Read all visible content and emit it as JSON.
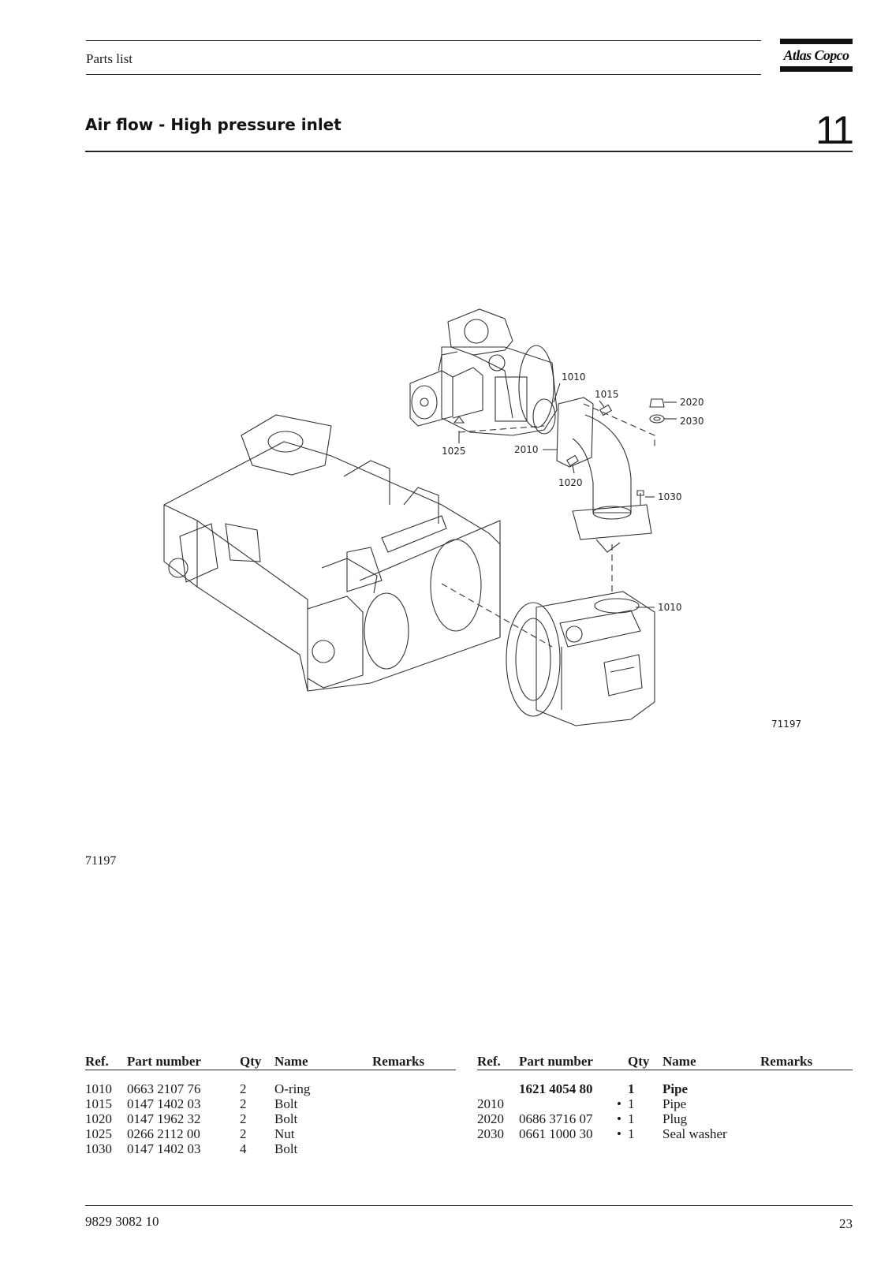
{
  "header": {
    "label": "Parts list",
    "logo": "Atlas Copco"
  },
  "section": {
    "title": "Air flow - High pressure inlet",
    "number": "11"
  },
  "figure": {
    "code_inside": "71197",
    "code_below": "71197",
    "callouts": [
      "1010",
      "1015",
      "2020",
      "2030",
      "1025",
      "2010",
      "1020",
      "1030",
      "1010"
    ]
  },
  "table_headers": {
    "ref": "Ref.",
    "part": "Part number",
    "qty": "Qty",
    "name": "Name",
    "remarks": "Remarks"
  },
  "left_table": [
    {
      "ref": "1010",
      "part": "0663 2107 76",
      "qty": "2",
      "name": "O-ring"
    },
    {
      "ref": "1015",
      "part": "0147 1402 03",
      "qty": "2",
      "name": "Bolt"
    },
    {
      "ref": "1020",
      "part": "0147 1962 32",
      "qty": "2",
      "name": "Bolt"
    },
    {
      "ref": "1025",
      "part": "0266 2112 00",
      "qty": "2",
      "name": "Nut"
    },
    {
      "ref": "1030",
      "part": "0147 1402 03",
      "qty": "4",
      "name": "Bolt"
    }
  ],
  "right_table": [
    {
      "ref": "",
      "part": "1621 4054 80",
      "dot": "",
      "qty": "1",
      "name": "Pipe"
    },
    {
      "ref": "2010",
      "part": "",
      "dot": "•",
      "qty": "1",
      "name": "Pipe"
    },
    {
      "ref": "2020",
      "part": "0686 3716 07",
      "dot": "•",
      "qty": "1",
      "name": "Plug"
    },
    {
      "ref": "2030",
      "part": "0661 1000 30",
      "dot": "•",
      "qty": "1",
      "name": "Seal washer"
    }
  ],
  "footer": {
    "doc_number": "9829 3082 10",
    "page": "23"
  }
}
